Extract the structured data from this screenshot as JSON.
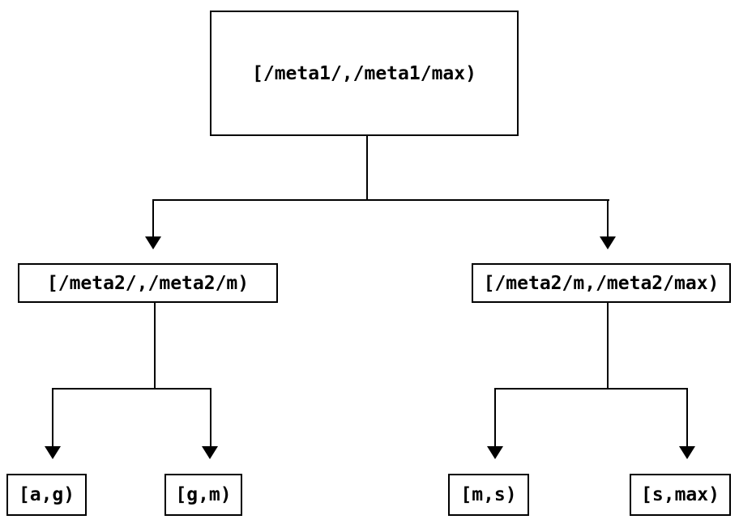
{
  "colors": {
    "background": "#ffffff",
    "line": "#000000",
    "text": "#000000"
  },
  "nodes": {
    "root": {
      "label": "[/meta1/,/meta1/max)"
    },
    "level1_left": {
      "label": "[/meta2/,/meta2/m)"
    },
    "level1_right": {
      "label": "[/meta2/m,/meta2/max)"
    },
    "leaf_a_g": {
      "label": "[a,g)"
    },
    "leaf_g_m": {
      "label": "[g,m)"
    },
    "leaf_m_s": {
      "label": "[m,s)"
    },
    "leaf_s_max": {
      "label": "[s,max)"
    }
  },
  "edges": [
    {
      "from": "root",
      "to": "level1_left"
    },
    {
      "from": "root",
      "to": "level1_right"
    },
    {
      "from": "level1_left",
      "to": "leaf_a_g"
    },
    {
      "from": "level1_left",
      "to": "leaf_g_m"
    },
    {
      "from": "level1_right",
      "to": "leaf_m_s"
    },
    {
      "from": "level1_right",
      "to": "leaf_s_max"
    }
  ]
}
